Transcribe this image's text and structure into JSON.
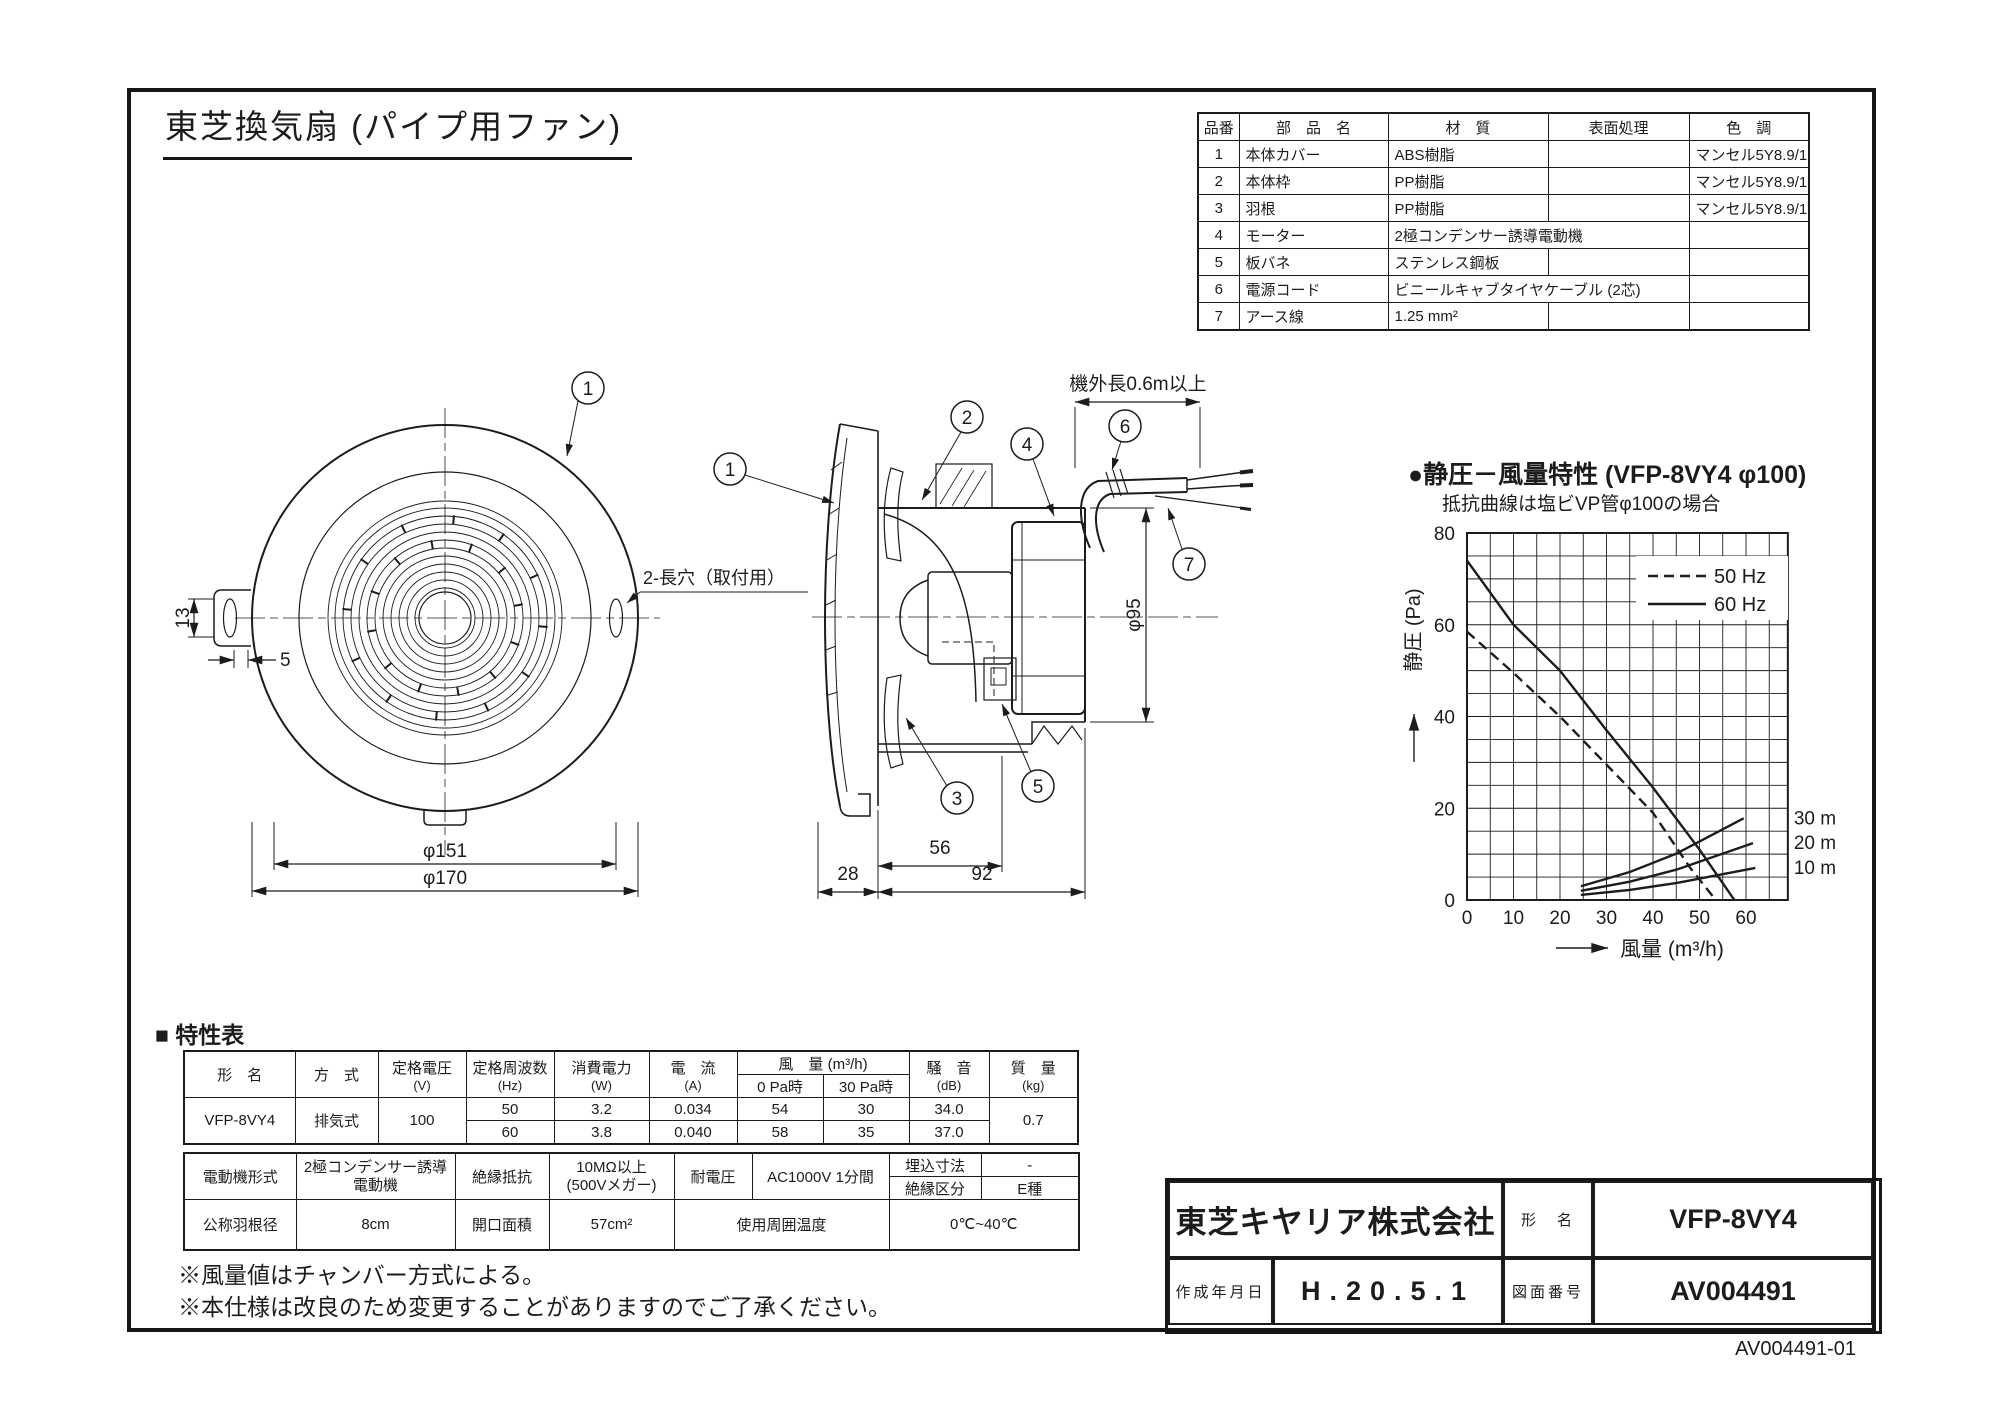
{
  "page": {
    "title": "東芝換気扇 (パイプ用ファン)",
    "doc_footer": "AV004491-01"
  },
  "parts_table": {
    "headers": [
      "品番",
      "部　品　名",
      "材　質",
      "表面処理",
      "色　調"
    ],
    "rows": [
      {
        "no": "1",
        "name": "本体カバー",
        "material": "ABS樹脂",
        "surface": "",
        "color": "マンセル5Y8.9/1"
      },
      {
        "no": "2",
        "name": "本体枠",
        "material": "PP樹脂",
        "surface": "",
        "color": "マンセル5Y8.9/1"
      },
      {
        "no": "3",
        "name": "羽根",
        "material": "PP樹脂",
        "surface": "",
        "color": "マンセル5Y8.9/1"
      },
      {
        "no": "4",
        "name": "モーター",
        "material": "2極コンデンサー誘導電動機",
        "surface": "",
        "color": ""
      },
      {
        "no": "5",
        "name": "板バネ",
        "material": "ステンレス鋼板",
        "surface": "",
        "color": ""
      },
      {
        "no": "6",
        "name": "電源コード",
        "material": "ビニールキャブタイヤケーブル (2芯)",
        "surface": "",
        "color": ""
      },
      {
        "no": "7",
        "name": "アース線",
        "material": "1.25 mm²",
        "surface": "",
        "color": ""
      }
    ]
  },
  "drawing": {
    "callouts": [
      {
        "label": "1"
      },
      {
        "label": "1"
      },
      {
        "label": "2"
      },
      {
        "label": "3"
      },
      {
        "label": "4"
      },
      {
        "label": "5"
      },
      {
        "label": "6"
      },
      {
        "label": "7"
      }
    ],
    "front": {
      "d13": "13",
      "d5": "5",
      "d151": "φ151",
      "d170": "φ170",
      "slot_label": "2-長穴（取付用）"
    },
    "side": {
      "d28": "28",
      "d92": "92",
      "d56": "56",
      "d95": "φ95",
      "cord_label": "機外長0.6m以上"
    }
  },
  "chart": {
    "title": "●静圧－風量特性 (VFP-8VY4 φ100)",
    "subtitle": "抵抗曲線は塩ビVP管φ100の場合"
  },
  "chart_data": {
    "type": "line",
    "title": "静圧－風量特性 (VFP-8VY4 φ100)",
    "subtitle": "抵抗曲線は塩ビVP管φ100の場合",
    "xlabel": "風量 (m³/h)",
    "ylabel": "静圧 (Pa)",
    "xlim": [
      0,
      69
    ],
    "ylim": [
      0,
      80
    ],
    "xticks": [
      0,
      10,
      20,
      30,
      40,
      50,
      60
    ],
    "yticks": [
      0,
      20,
      40,
      60,
      80
    ],
    "grid": true,
    "grid_step": {
      "x": 5,
      "y": 5
    },
    "legend_position": "top-right",
    "legend": [
      {
        "name": "50 Hz",
        "style": "dashed"
      },
      {
        "name": "60 Hz",
        "style": "solid"
      }
    ],
    "series": [
      {
        "name": "50 Hz",
        "style": "dashed",
        "points": [
          [
            0,
            58.5
          ],
          [
            10,
            49.5
          ],
          [
            20,
            40
          ],
          [
            30,
            29.5
          ],
          [
            40,
            19
          ],
          [
            48,
            7
          ],
          [
            53.5,
            0
          ]
        ]
      },
      {
        "name": "60 Hz",
        "style": "solid",
        "points": [
          [
            0,
            74
          ],
          [
            10,
            60
          ],
          [
            20,
            50
          ],
          [
            30,
            37
          ],
          [
            40,
            24.5
          ],
          [
            50,
            11
          ],
          [
            57.5,
            0
          ]
        ]
      },
      {
        "name": "30 m",
        "style": "solid",
        "label_at_end": true,
        "points": [
          [
            24.5,
            3
          ],
          [
            35,
            6.1
          ],
          [
            45,
            10.1
          ],
          [
            59.5,
            17.8
          ]
        ]
      },
      {
        "name": "20 m",
        "style": "solid",
        "label_at_end": true,
        "points": [
          [
            24.5,
            2
          ],
          [
            35,
            4
          ],
          [
            45,
            6.6
          ],
          [
            61.5,
            12.4
          ]
        ]
      },
      {
        "name": "10 m",
        "style": "solid",
        "label_at_end": true,
        "points": [
          [
            24.5,
            1.1
          ],
          [
            35,
            2.2
          ],
          [
            45,
            3.7
          ],
          [
            62,
            7
          ]
        ]
      }
    ]
  },
  "spec_table": {
    "heading": "■ 特性表",
    "headers": {
      "model": "形　名",
      "method": "方　式",
      "voltage": "定格電圧",
      "voltage_unit": "(V)",
      "freq": "定格周波数",
      "freq_unit": "(Hz)",
      "power": "消費電力",
      "power_unit": "(W)",
      "current": "電　流",
      "current_unit": "(A)",
      "airflow": "風　量 (m³/h)",
      "airflow_0pa": "0 Pa時",
      "airflow_30pa": "30 Pa時",
      "noise": "騒　音",
      "noise_unit": "(dB)",
      "weight": "質　量",
      "weight_unit": "(kg)"
    },
    "model": "VFP-8VY4",
    "method": "排気式",
    "voltage": "100",
    "rows": [
      {
        "freq": "50",
        "power": "3.2",
        "current": "0.034",
        "q0": "54",
        "q30": "30",
        "noise": "34.0"
      },
      {
        "freq": "60",
        "power": "3.8",
        "current": "0.040",
        "q0": "58",
        "q30": "35",
        "noise": "37.0"
      }
    ],
    "weight": "0.7"
  },
  "motor_table": {
    "motor_label": "電動機形式",
    "motor_value": "2極コンデンサー誘導電動機",
    "insulation_res_label": "絶縁抵抗",
    "insulation_res_value1": "10MΩ以上",
    "insulation_res_value2": "(500Vメガー)",
    "withstand_label": "耐電圧",
    "withstand_value": "AC1000V 1分間",
    "embed_label": "埋込寸法",
    "embed_value": "-",
    "insul_class_label": "絶縁区分",
    "insul_class_value": "E種",
    "blade_label": "公称羽根径",
    "blade_value": "8cm",
    "opening_label": "開口面積",
    "opening_value": "57cm²",
    "ambient_label": "使用周囲温度",
    "ambient_value": "0℃~40℃"
  },
  "notes": [
    "※風量値はチャンバー方式による。",
    "※本仕様は改良のため変更することがありますのでご了承ください。"
  ],
  "title_block": {
    "company": "東芝キヤリア株式会社",
    "model_label": "形　名",
    "model": "VFP-8VY4",
    "date_label": "作成年月日",
    "date": "H.20.5.1",
    "drawing_no_label": "図面番号",
    "drawing_no": "AV004491"
  }
}
